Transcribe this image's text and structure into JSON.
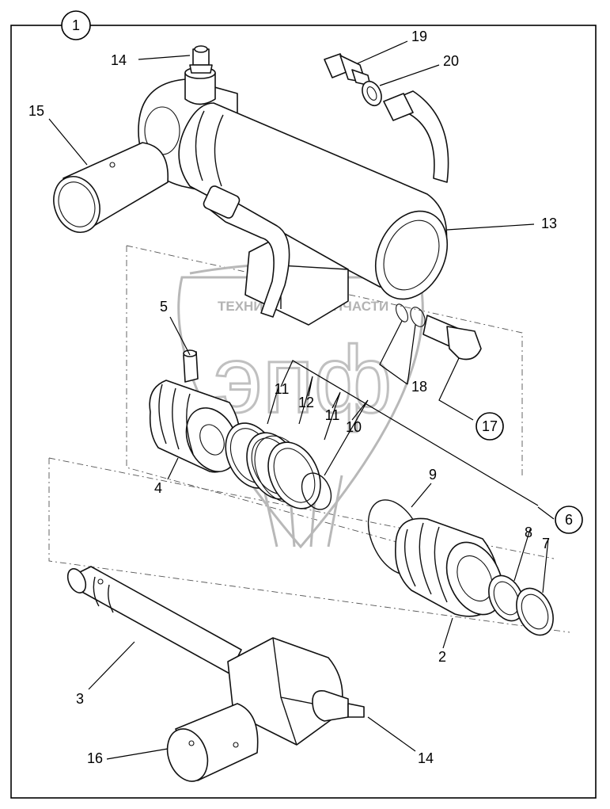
{
  "figure": {
    "group_number": "1",
    "watermark": {
      "text_left": "ТЕХНИКА",
      "text_right": "ЗАПЧАСТИ",
      "letters": "эпф"
    },
    "callouts": [
      {
        "id": "c14a",
        "label": "14"
      },
      {
        "id": "c15",
        "label": "15"
      },
      {
        "id": "c19",
        "label": "19"
      },
      {
        "id": "c20",
        "label": "20"
      },
      {
        "id": "c13",
        "label": "13"
      },
      {
        "id": "c5",
        "label": "5"
      },
      {
        "id": "c11a",
        "label": "11"
      },
      {
        "id": "c12",
        "label": "12"
      },
      {
        "id": "c11b",
        "label": "11"
      },
      {
        "id": "c10",
        "label": "10"
      },
      {
        "id": "c18",
        "label": "18"
      },
      {
        "id": "c17",
        "label": "17"
      },
      {
        "id": "c4",
        "label": "4"
      },
      {
        "id": "c9",
        "label": "9"
      },
      {
        "id": "c6",
        "label": "6"
      },
      {
        "id": "c8",
        "label": "8"
      },
      {
        "id": "c7",
        "label": "7"
      },
      {
        "id": "c2",
        "label": "2"
      },
      {
        "id": "c3",
        "label": "3"
      },
      {
        "id": "c16",
        "label": "16"
      },
      {
        "id": "c14b",
        "label": "14"
      }
    ]
  }
}
